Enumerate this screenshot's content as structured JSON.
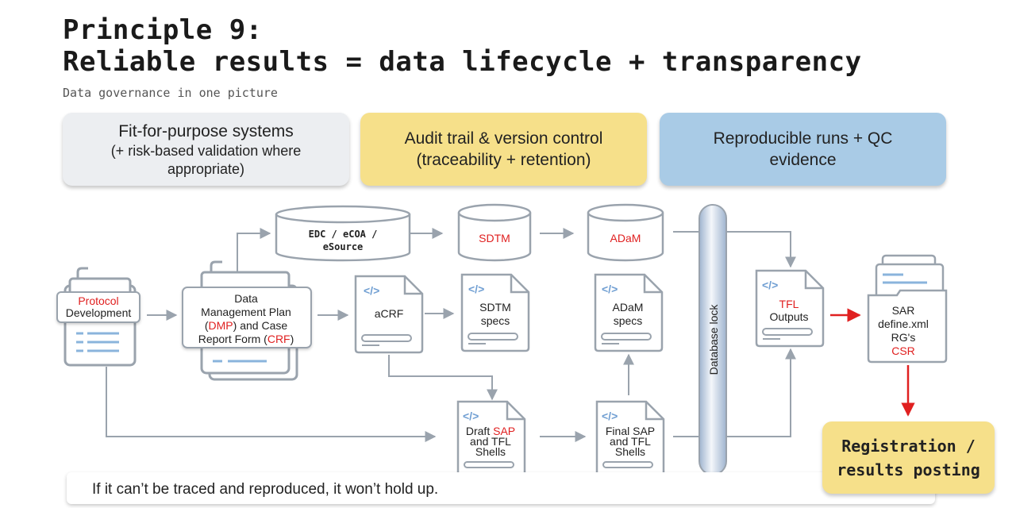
{
  "header": {
    "title_line1": "Principle 9:",
    "title_line2": "Reliable results = data lifecycle + transparency",
    "subtitle": "Data governance in one picture"
  },
  "cards": [
    {
      "line1": "Fit-for-purpose systems",
      "line2": "(+ risk-based validation where",
      "line3": "appropriate)"
    },
    {
      "line1": "Audit trail & version control",
      "line2": "(traceability + retention)"
    },
    {
      "line1": "Reproducible runs + QC",
      "line2": "evidence"
    }
  ],
  "nodes": {
    "protocol": {
      "line1": "Protocol",
      "line2": "Development"
    },
    "dmp": {
      "line1": "Data",
      "line2": "Management Plan",
      "line3_pre": "(",
      "line3_red": "DMP",
      "line3_post": ") and Case",
      "line4_pre": "Report Form (",
      "line4_red": "CRF",
      "line4_post": ")"
    },
    "edc": {
      "line1": "EDC / eCOA /",
      "line2": "eSource"
    },
    "sdtm": {
      "label": "SDTM"
    },
    "adam": {
      "label": "ADaM"
    },
    "acrf": {
      "label": "aCRF"
    },
    "sdtm_specs": {
      "line1": "SDTM",
      "line2": "specs"
    },
    "adam_specs": {
      "line1": "ADaM",
      "line2": "specs"
    },
    "tfl": {
      "line1": "TFL",
      "line2": "Outputs"
    },
    "outputs": {
      "line1": "SAR",
      "line2": "define.xml",
      "line3": "RG's",
      "line4": "CSR"
    },
    "draft_sap": {
      "line1_pre": "Draft ",
      "line1_red": "SAP",
      "line2": "and TFL",
      "line3": "Shells"
    },
    "final_sap": {
      "line1": "Final SAP",
      "line2": "and TFL",
      "line3": "Shells"
    },
    "db_lock": {
      "label": "Database lock"
    },
    "code_icon": "</>"
  },
  "registration": {
    "line1": "Registration /",
    "line2": "results posting"
  },
  "footer": {
    "text": "If it can’t be traced and reproduced, it won’t hold up."
  },
  "colors": {
    "accent_red": "#e02020",
    "yellow": "#f6e08a",
    "blue": "#a9cbe6",
    "grey": "#eceef1",
    "line": "#9aa3ad"
  }
}
